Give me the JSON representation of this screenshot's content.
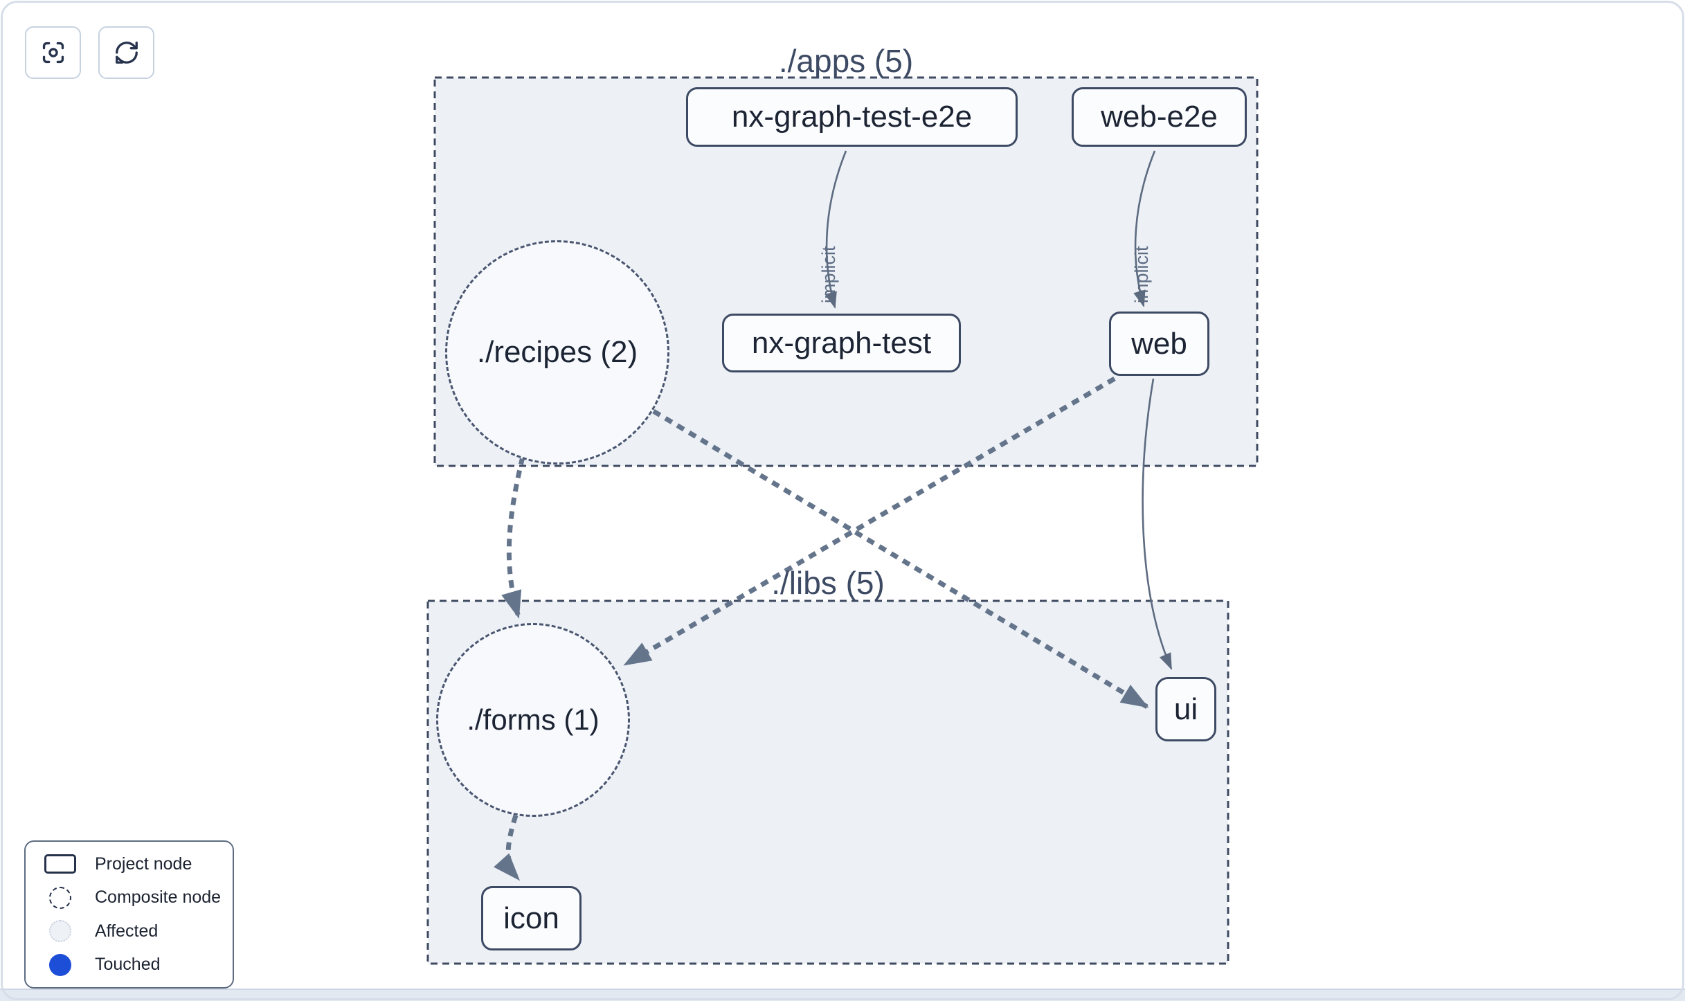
{
  "toolbar": {
    "buttons": [
      {
        "name": "focus",
        "icon": "focus-icon"
      },
      {
        "name": "refresh",
        "icon": "refresh-icon"
      }
    ]
  },
  "graph": {
    "clusters": [
      {
        "id": "apps",
        "label": "./apps (5)"
      },
      {
        "id": "libs",
        "label": "./libs (5)"
      }
    ],
    "nodes": [
      {
        "id": "nx-graph-test-e2e",
        "label": "nx-graph-test-e2e",
        "type": "project",
        "cluster": "apps"
      },
      {
        "id": "web-e2e",
        "label": "web-e2e",
        "type": "project",
        "cluster": "apps"
      },
      {
        "id": "recipes",
        "label": "./recipes (2)",
        "type": "composite",
        "cluster": "apps"
      },
      {
        "id": "nx-graph-test",
        "label": "nx-graph-test",
        "type": "project",
        "cluster": "apps"
      },
      {
        "id": "web",
        "label": "web",
        "type": "project",
        "cluster": "apps"
      },
      {
        "id": "forms",
        "label": "./forms (1)",
        "type": "composite",
        "cluster": "libs"
      },
      {
        "id": "ui",
        "label": "ui",
        "type": "project",
        "cluster": "libs"
      },
      {
        "id": "icon",
        "label": "icon",
        "type": "project",
        "cluster": "libs"
      }
    ],
    "edges": [
      {
        "from": "nx-graph-test-e2e",
        "to": "nx-graph-test",
        "label": "implicit",
        "style": "solid"
      },
      {
        "from": "web-e2e",
        "to": "web",
        "label": "implicit",
        "style": "solid"
      },
      {
        "from": "./recipes",
        "to": "./forms",
        "style": "dashed"
      },
      {
        "from": "./recipes",
        "to": "ui",
        "style": "dashed"
      },
      {
        "from": "web",
        "to": "./forms",
        "style": "dashed"
      },
      {
        "from": "web",
        "to": "ui",
        "style": "solid"
      },
      {
        "from": "./forms",
        "to": "icon",
        "style": "dashed"
      }
    ]
  },
  "legend": {
    "items": [
      {
        "label": "Project node",
        "swatch": "project-rect"
      },
      {
        "label": "Composite node",
        "swatch": "composite-circle"
      },
      {
        "label": "Affected",
        "swatch": "affected-circle",
        "color": "#eef1f6"
      },
      {
        "label": "Touched",
        "swatch": "touched-circle",
        "color": "#1d4ed8"
      }
    ]
  },
  "colors": {
    "cluster_fill": "#edf1f6",
    "cluster_border": "#3f4a61",
    "node_fill": "#fbfcfe",
    "node_border": "#3d4a63",
    "edge": "#64748b",
    "touched_blue": "#1d4ed8"
  }
}
